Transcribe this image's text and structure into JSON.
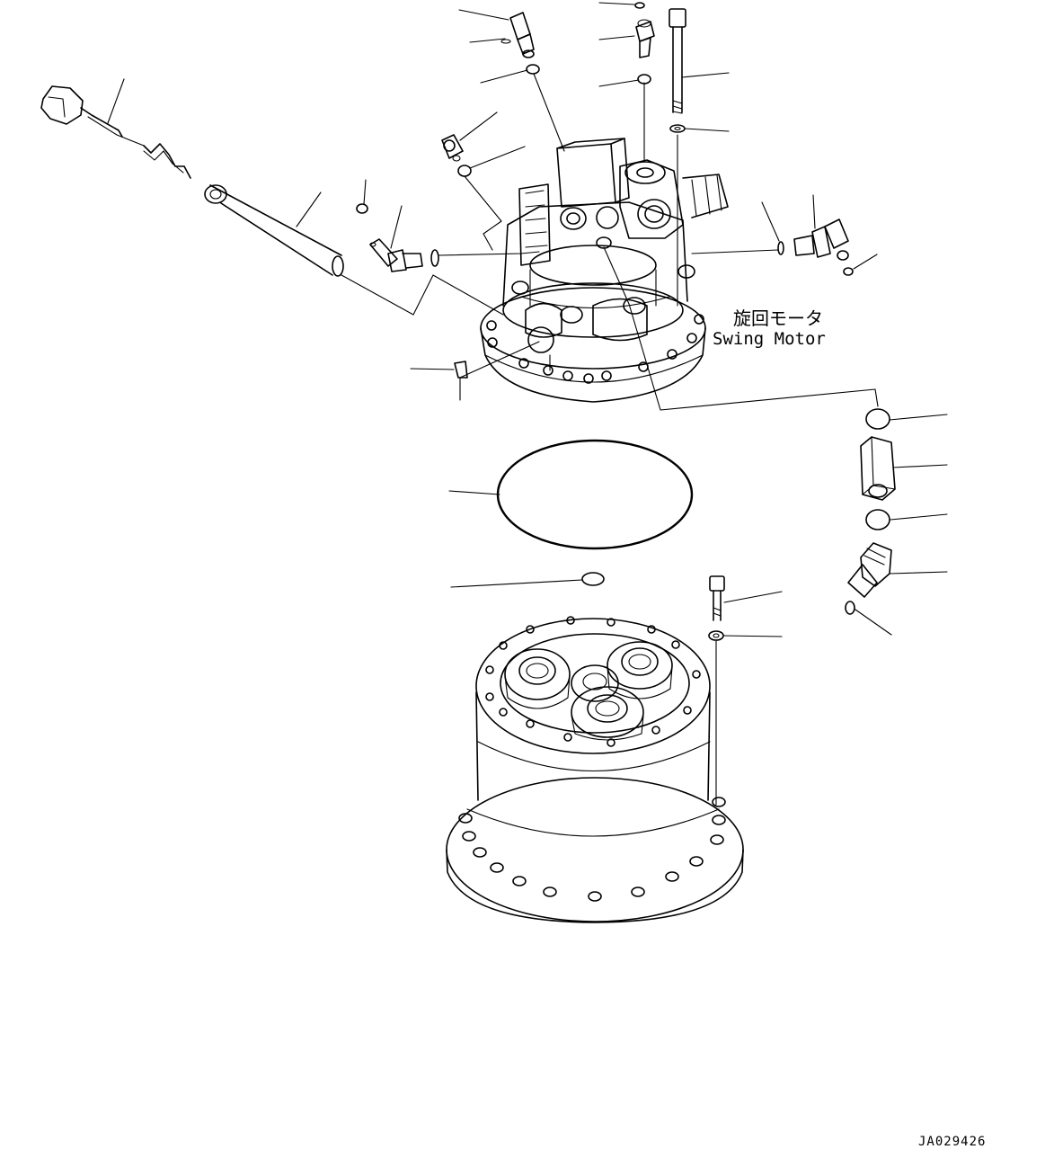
{
  "labels": {
    "title_jp": "旋回モータ",
    "title_en": "Swing Motor",
    "drawing_code": "JA029426"
  },
  "colors": {
    "line": "#000000",
    "background": "#ffffff"
  }
}
